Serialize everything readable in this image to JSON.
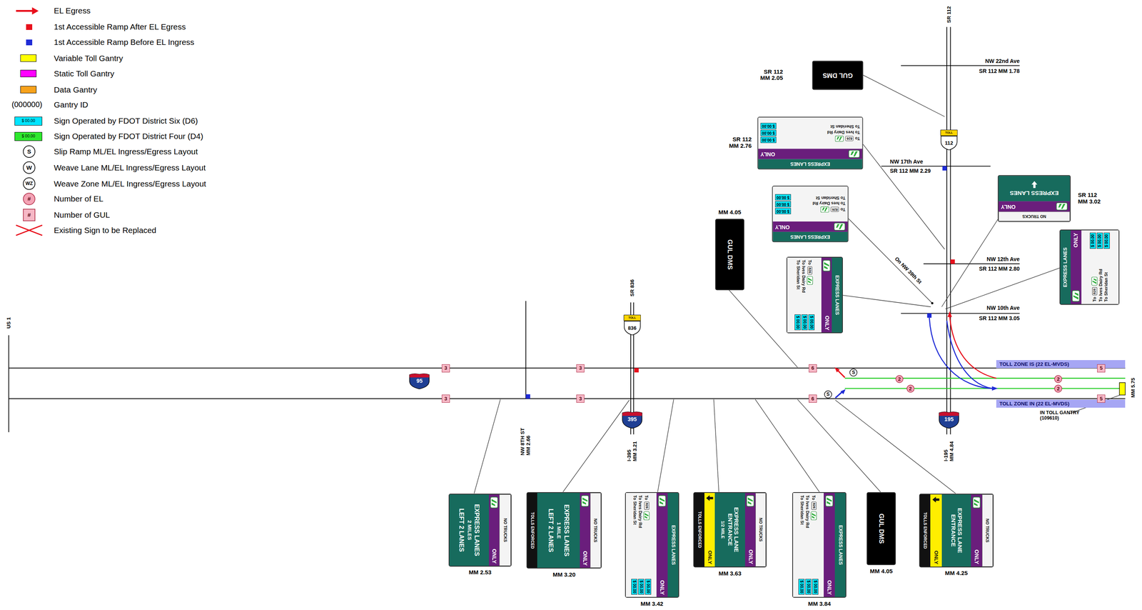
{
  "diagram": {
    "nodes": [
      {
        "text": [
          "SR 112 MM 2.05",
          "GUL DMS"
        ]
      },
      {
        "text": [
          "SR 112 MM 2.76",
          "EXPRESS LANES",
          "ONLY",
          "To",
          "826",
          "To Ives Dairy Rd",
          "To Sheridan St",
          "$ 00.00",
          "$ 00.00",
          "$ 00.00"
        ]
      },
      {
        "text": [
          "TOLL",
          "112"
        ]
      },
      {
        "text": [
          "SR 112 MM 3.02",
          "NO TRUCKS",
          "ONLY",
          "EXPRESS LANES"
        ]
      },
      {
        "text": [
          "EXPRESS LANES",
          "ONLY",
          "To",
          "826",
          "To Ives Dairy Rd",
          "To Sheridan St",
          "$ 00.00",
          "$ 00.00",
          "$ 00.00"
        ]
      },
      {
        "text": [
          "EXPRESS LANES",
          "ONLY",
          "To",
          "826",
          "To Ives Dairy Rd",
          "To Sheridan St",
          "$ 00.00",
          "$ 00.00",
          "$ 00.00"
        ]
      },
      {
        "text": [
          "EXPRESS LANES",
          "ONLY",
          "To",
          "826",
          "To Ives Dairy Rd",
          "To Sheridan St",
          "$ 00.00",
          "$ 00.00",
          "$ 00.00"
        ]
      },
      {
        "text": [
          "MM 4.05",
          "GUL DMS"
        ]
      },
      {
        "text": [
          "TOLL ZONE IS (22 EL-MVDS)"
        ]
      },
      {
        "text": [
          "TOLL ZONE IN (22 EL-MVDS)"
        ]
      },
      {
        "text": [
          "95"
        ]
      },
      {
        "text": [
          "TOLL",
          "836"
        ]
      },
      {
        "text": [
          "395"
        ]
      },
      {
        "text": [
          "195"
        ]
      },
      {
        "text": [
          "3"
        ]
      },
      {
        "text": [
          "3"
        ]
      },
      {
        "text": [
          "3"
        ]
      },
      {
        "text": [
          "3"
        ]
      },
      {
        "text": [
          "6"
        ]
      },
      {
        "text": [
          "6"
        ]
      },
      {
        "text": [
          "5"
        ]
      },
      {
        "text": [
          "5"
        ]
      },
      {
        "text": [
          "2"
        ]
      },
      {
        "text": [
          "2"
        ]
      },
      {
        "text": [
          "2"
        ]
      },
      {
        "text": [
          "2"
        ]
      },
      {
        "text": [
          "S"
        ]
      },
      {
        "text": [
          "S"
        ]
      },
      {
        "text": [
          "NO TRUCKS",
          "ONLY",
          "EXPRESS LANES",
          "2 MILES",
          "LEFT 2 LANES",
          "MM 2.53"
        ]
      },
      {
        "text": [
          "NO TRUCKS",
          "ONLY",
          "EXPRESS LANES",
          "1 MILE",
          "LEFT 2 LANES",
          "TOLLS ENFORCED",
          "MM 3.20"
        ]
      },
      {
        "text": [
          "EXPRESS LANES",
          "ONLY",
          "To",
          "826",
          "To Ives Dairy Rd",
          "To Sheridan St",
          "$ 00.00",
          "$ 00.00",
          "$ 00.00",
          "MM 3.42"
        ]
      },
      {
        "text": [
          "NO TRUCKS",
          "ONLY",
          "EXPRESS LANE ENTRANCE",
          "1/2 MILE",
          "ONLY",
          "TOLLS ENFORCED",
          "MM 3.63"
        ]
      },
      {
        "text": [
          "EXPRESS LANES",
          "ONLY",
          "To",
          "826",
          "To Ives Dairy Rd",
          "To Sheridan St",
          "$ 00.00",
          "$ 00.00",
          "$ 00.00",
          "MM 3.84"
        ]
      },
      {
        "text": [
          "GUL DMS",
          "MM 4.05"
        ]
      },
      {
        "text": [
          "NO TRUCKS",
          "ONLY",
          "EXPRESS LANE ENTRANCE",
          "ONLY",
          "TOLLS ENFORCED",
          "MM 4.25"
        ]
      }
    ],
    "labels": [
      "(000000)",
      "$ 00.00",
      "$ 00.00",
      "S",
      "W",
      "WZ",
      "#",
      "#",
      "US 1",
      "SR 836",
      "NW 8TH ST MM 2.66",
      "I-395 MM 3.21",
      "SR 112",
      "I-195 MM 4.84",
      "NW 22nd Ave",
      "SR 112 MM 1.78",
      "NW 17th Ave",
      "SR 112 MM 2.29",
      "NW 12th Ave",
      "SR 112 MM 2.80",
      "NW 10th Ave",
      "SR 112 MM 3.05",
      "On NW 39th St",
      "MM 5.75",
      "IN TOLL GANTRY (109610)"
    ],
    "legend": [
      {
        "text": "EL Egress"
      },
      {
        "text": "1st Accessible Ramp After EL Egress",
        "color": "#e8101c"
      },
      {
        "text": "1st Accessible Ramp Before EL Ingress",
        "color": "#1f2bd6"
      },
      {
        "text": "Variable Toll Gantry",
        "color": "#ffff00"
      },
      {
        "text": "Static Toll Gantry",
        "color": "#ff00ff"
      },
      {
        "text": "Data Gantry",
        "color": "#f7a21b"
      },
      {
        "text": "Gantry ID"
      },
      {
        "text": "Sign Operated by FDOT District Six (D6)",
        "color": "#00e5ff"
      },
      {
        "text": "Sign Operated by FDOT District Four (D4)",
        "color": "#2ee82e"
      },
      {
        "text": "Slip Ramp ML/EL Ingress/Egress Layout"
      },
      {
        "text": "Weave Lane ML/EL Ingress/Egress Layout"
      },
      {
        "text": "Weave Zone ML/EL Ingress/Egress Layout"
      },
      {
        "text": "Number of EL"
      },
      {
        "text": "Number of GUL"
      },
      {
        "text": "Existing Sign to be Replaced"
      }
    ]
  }
}
